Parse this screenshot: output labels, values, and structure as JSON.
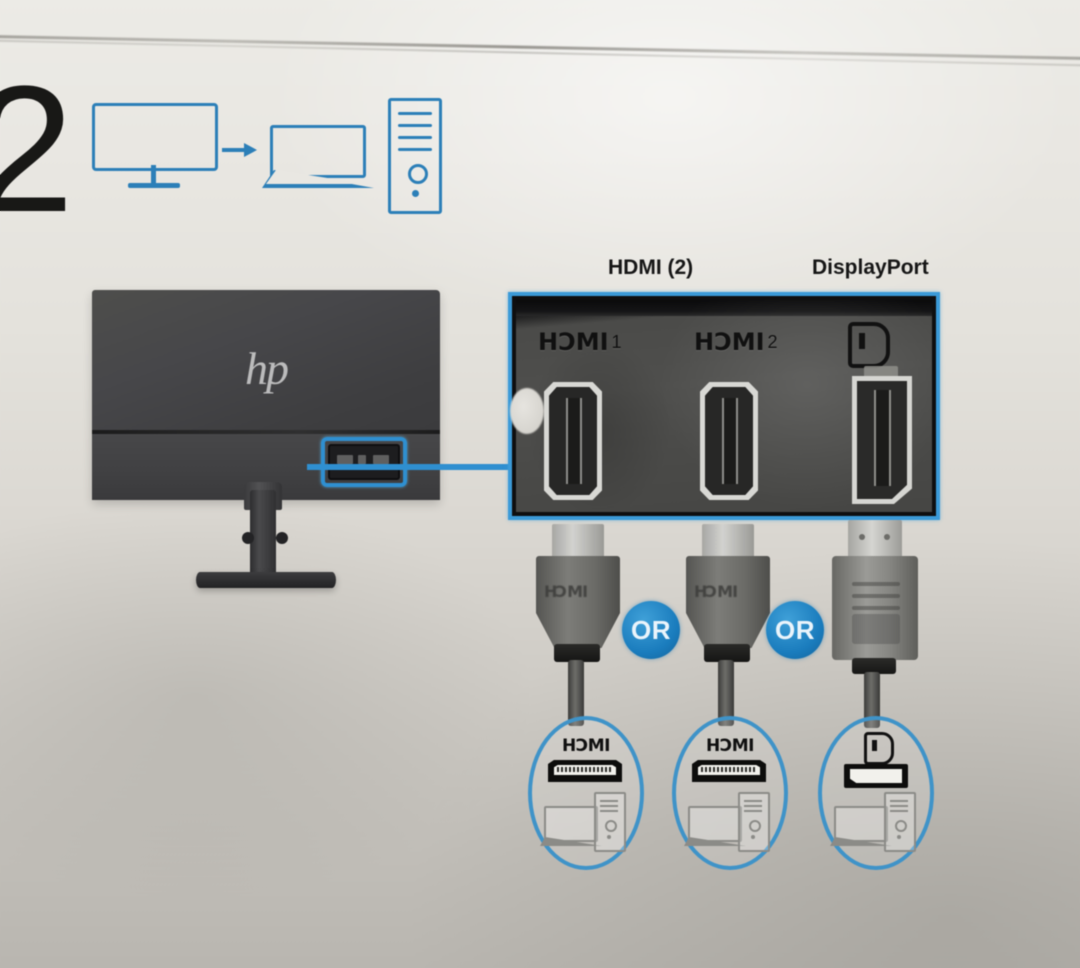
{
  "page": {
    "step_number": "2",
    "background_color": "#e5e3de",
    "accent_blue": "#2f8fd0",
    "panel_gray": "#4d4d4a"
  },
  "top_diagram": {
    "monitor_icon": "monitor-icon",
    "arrow_icon": "arrow-right-icon",
    "laptop_icon": "laptop-icon",
    "tower_icon": "desktop-tower-icon"
  },
  "monitor": {
    "brand": "hp",
    "highlight_label": "rear-ports-highlight"
  },
  "ports_panel": {
    "captions": [
      {
        "text": "HDMI (2)"
      },
      {
        "text": "DisplayPort"
      }
    ],
    "ports": [
      {
        "label_word": "HDMI",
        "number": "1",
        "type": "hdmi"
      },
      {
        "label_word": "HDMI",
        "number": "2",
        "type": "hdmi"
      },
      {
        "label_word": "",
        "number": "",
        "type": "displayport",
        "glyph": "D"
      }
    ]
  },
  "cables": [
    {
      "type": "hdmi",
      "logo": "HDMI"
    },
    {
      "type": "hdmi",
      "logo": "HDMI"
    },
    {
      "type": "displayport",
      "logo": ""
    }
  ],
  "or_badges": [
    {
      "text": "OR"
    },
    {
      "text": "OR"
    }
  ],
  "option_circles": [
    {
      "label": "HDMI",
      "connector": "hdmi",
      "devices": "laptop-and-tower"
    },
    {
      "label": "HDMI",
      "connector": "hdmi",
      "devices": "laptop-and-tower"
    },
    {
      "label": "D",
      "connector": "displayport",
      "devices": "laptop-and-tower"
    }
  ]
}
